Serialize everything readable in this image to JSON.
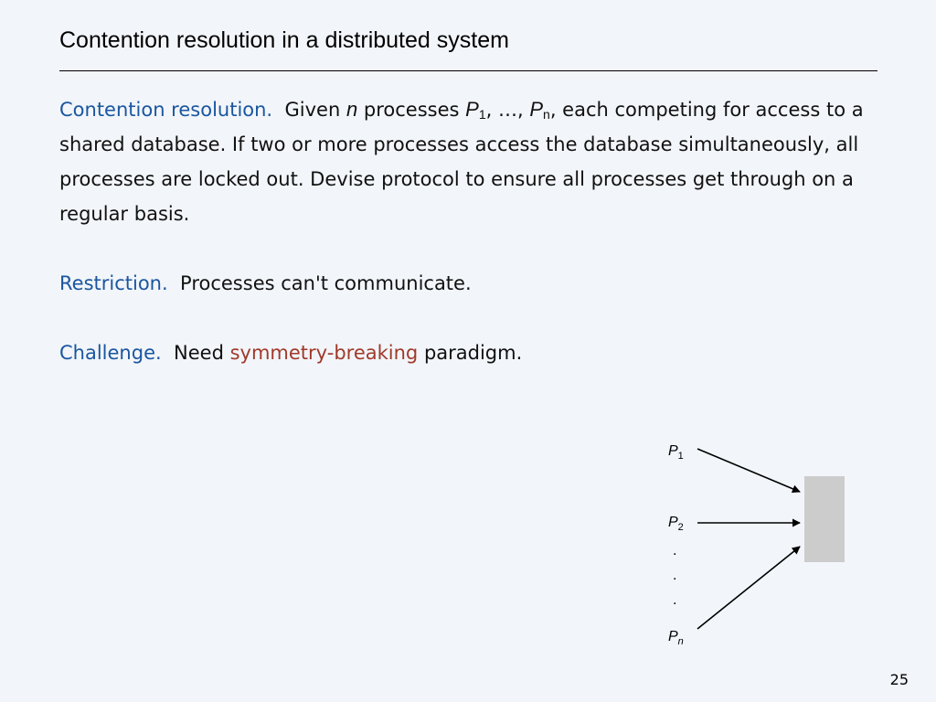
{
  "slide": {
    "title": "Contention resolution in a distributed system",
    "page_number": "25"
  },
  "paragraphs": {
    "contention": {
      "term": "Contention resolution.",
      "t1": "Given",
      "n": "n",
      "t2": "processes",
      "p": "P",
      "sub_1": "1",
      "t3": ", …,",
      "sub_n": "n",
      "t4": ", each competing for access to a shared database. If two or more processes access the database simultaneously, all processes are locked out. Devise protocol to ensure all processes get through on a regular basis."
    },
    "restriction": {
      "term": "Restriction.",
      "text": "Processes can't communicate."
    },
    "challenge": {
      "term": "Challenge.",
      "t1": "Need",
      "highlight": "symmetry-breaking",
      "t2": "paradigm."
    }
  },
  "diagram": {
    "process_letter": "P",
    "sub_1": "1",
    "sub_2": "2",
    "sub_n": "n",
    "ellipsis_dot": ".",
    "colors": {
      "database_fill": "#cccccc",
      "arrow": "#000000"
    }
  },
  "colors": {
    "background": "#f2f5f9",
    "term": "#1a56a0",
    "highlight": "#a0392a"
  }
}
